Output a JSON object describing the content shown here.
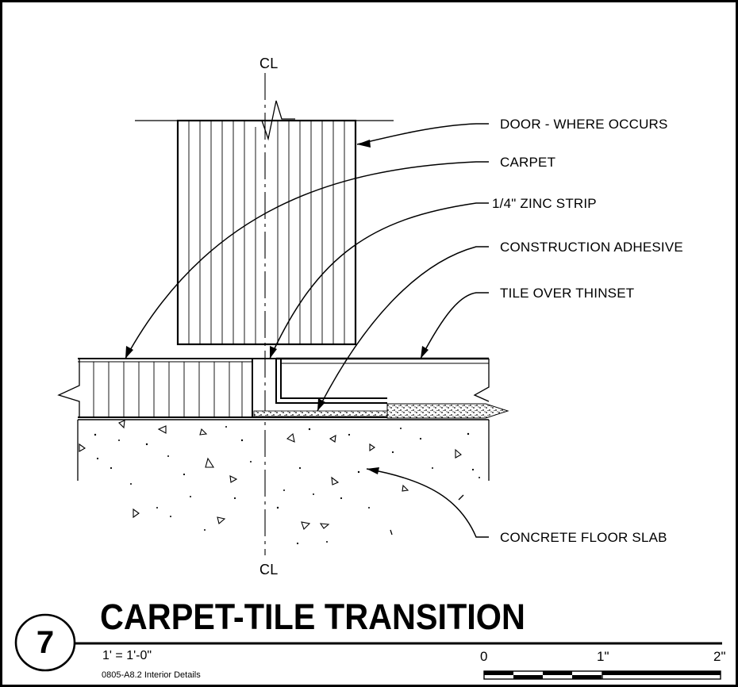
{
  "detail": {
    "number": "7",
    "title": "CARPET-TILE TRANSITION",
    "scale": "1' = 1'-0\"",
    "sheet_ref": "0805-A8.2 Interior Details"
  },
  "centerline_symbol": "CL",
  "callouts": [
    {
      "text": "DOOR - WHERE OCCURS"
    },
    {
      "text": "CARPET"
    },
    {
      "text": "1/4\" ZINC STRIP"
    },
    {
      "text": "CONSTRUCTION ADHESIVE"
    },
    {
      "text": "TILE OVER THINSET"
    },
    {
      "text": "CONCRETE FLOOR SLAB"
    }
  ],
  "scale_bar": {
    "labels": [
      "0",
      "1\"",
      "2\""
    ]
  }
}
